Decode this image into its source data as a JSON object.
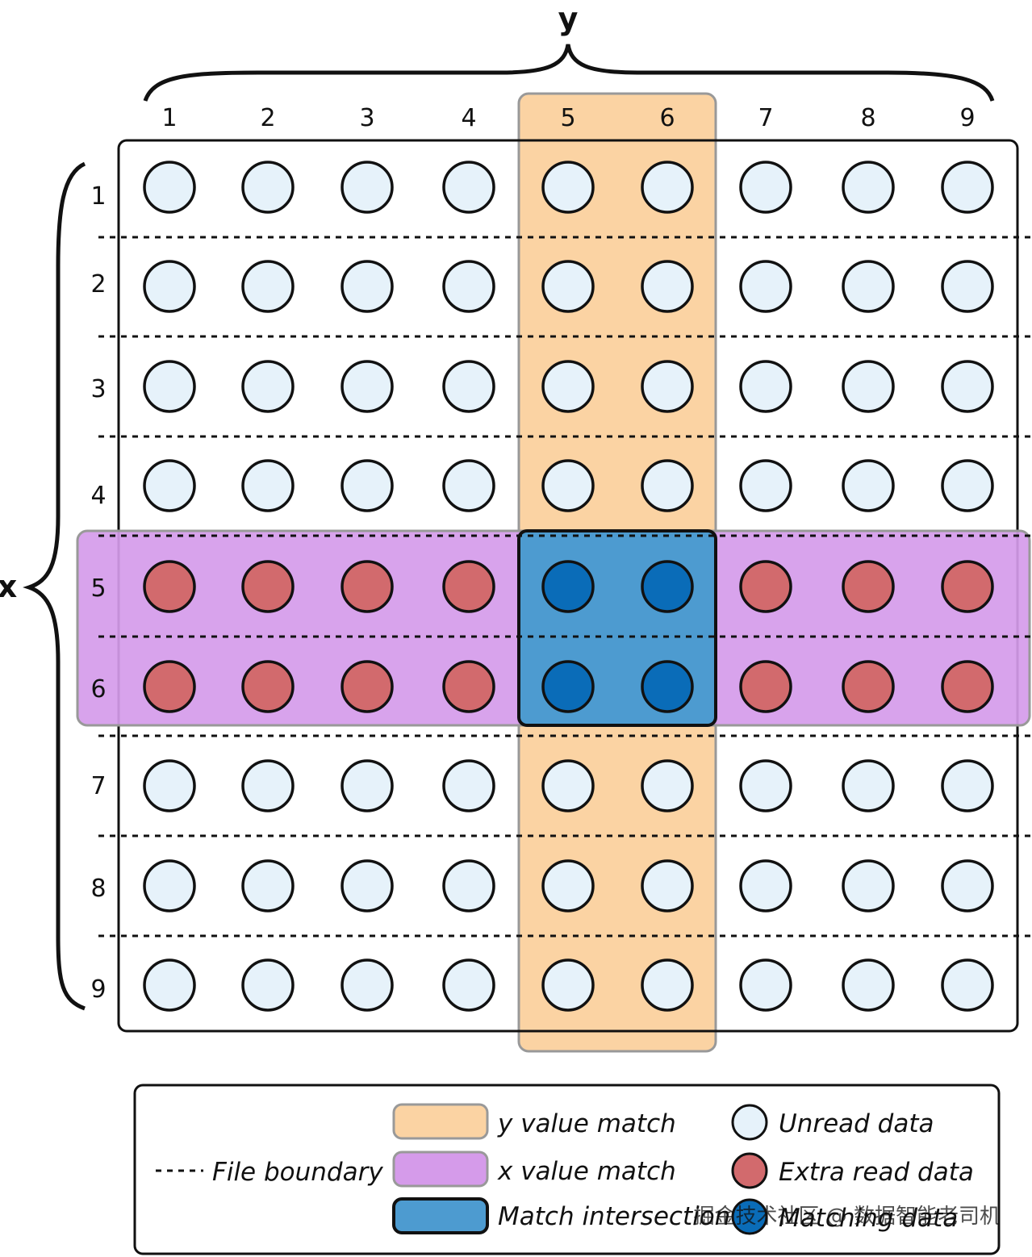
{
  "axes": {
    "y_label": "y",
    "x_label": "x",
    "y_ticks": [
      "1",
      "2",
      "3",
      "4",
      "5",
      "6",
      "7",
      "8",
      "9"
    ],
    "x_ticks": [
      "1",
      "2",
      "3",
      "4",
      "5",
      "6",
      "7",
      "8",
      "9"
    ]
  },
  "matches": {
    "y_values": [
      5,
      6
    ],
    "x_values": [
      5,
      6
    ]
  },
  "legend": {
    "file_boundary": "File boundary",
    "y_value_match": "y value match",
    "x_value_match": "x value match",
    "match_intersection": "Match intersection",
    "unread_data": "Unread data",
    "extra_read_data": "Extra read data",
    "matching_data": "Matching data"
  },
  "watermark": "掘金技术社区 @ 数据智能老司机",
  "colors": {
    "unread": "#e6f2fa",
    "extra_read": "#d26a6d",
    "matching": "#0a6cb8",
    "y_match": "#fbd3a3",
    "x_match": "#d59bea",
    "intersection": "#4d9bd0"
  }
}
